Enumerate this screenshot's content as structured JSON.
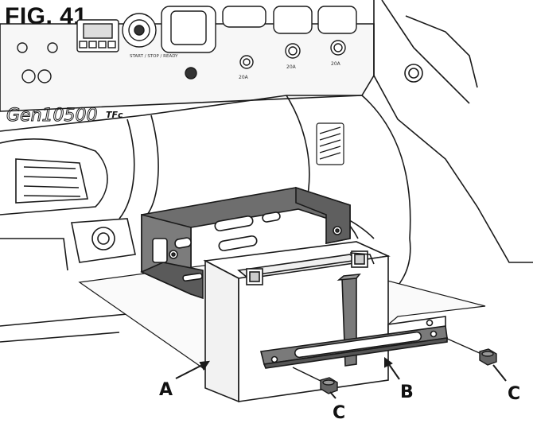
{
  "figure": {
    "title": "FIG. 41"
  },
  "panel": {
    "brand_model": "Gen10500",
    "brand_suffix": "TFc",
    "outlet_rating": "20A",
    "control_label": "START / STOP / READY"
  },
  "callouts": {
    "battery": "A",
    "strap": "B",
    "bolt_left": "C",
    "bolt_right": "C"
  },
  "colors": {
    "line": "#1a1a1a",
    "tray": "#6e6e6e",
    "strap": "#7a7a7a",
    "panel": "#f4f4f4"
  }
}
